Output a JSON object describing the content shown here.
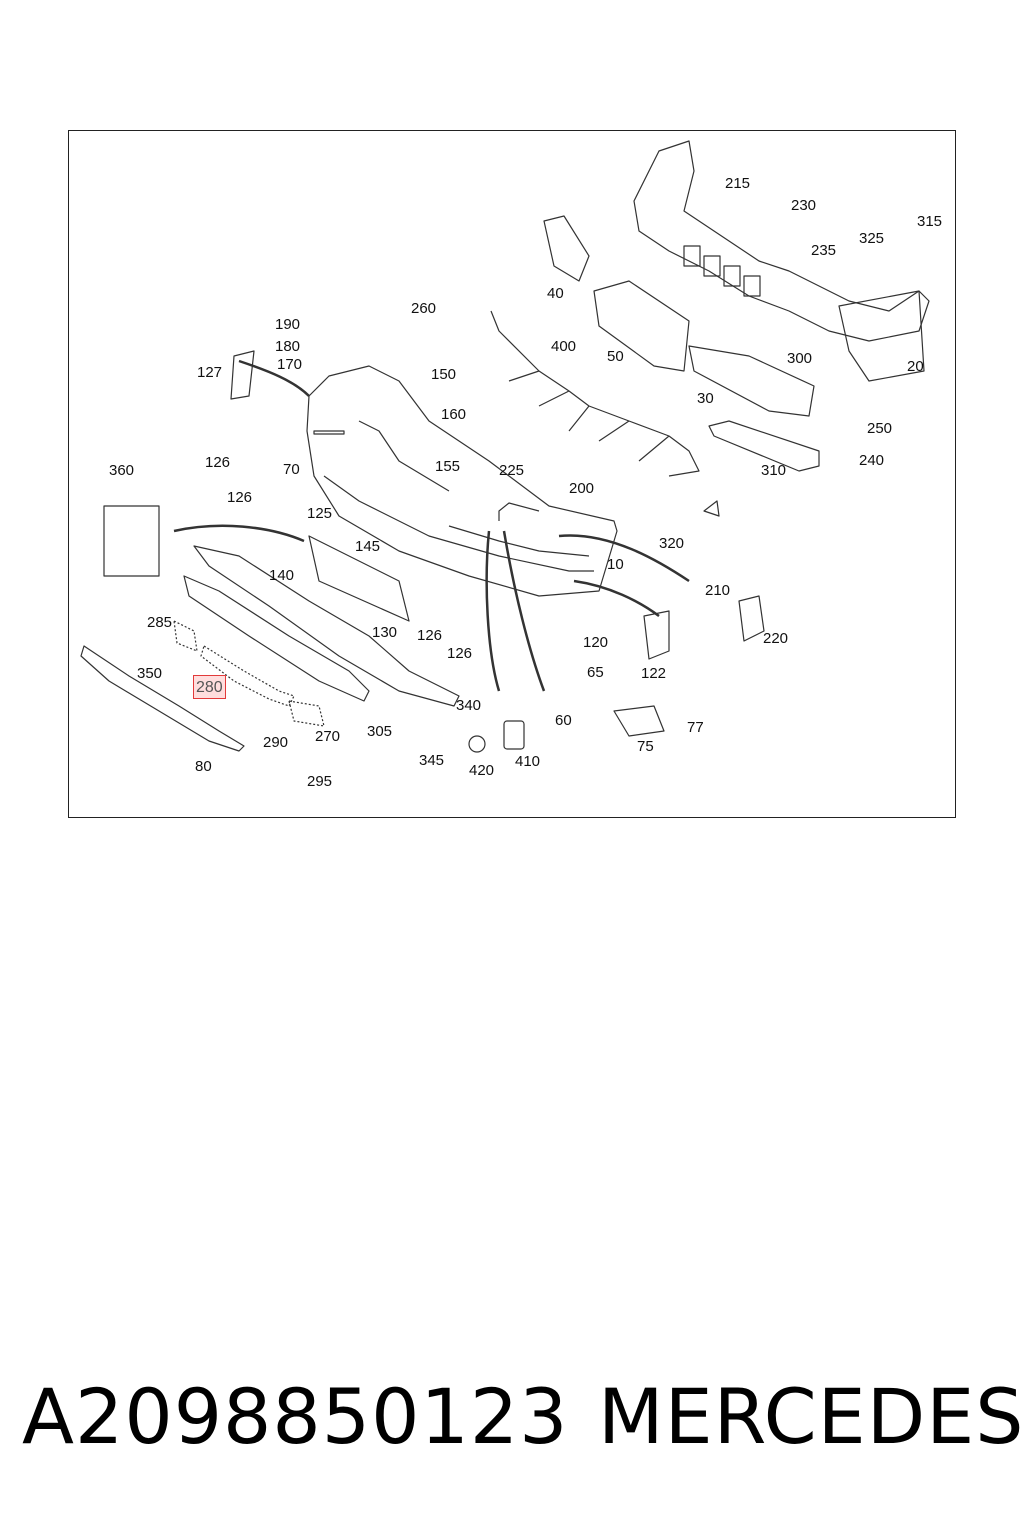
{
  "diagram": {
    "highlighted_label": "280",
    "labels": [
      "215",
      "230",
      "315",
      "325",
      "235",
      "40",
      "20",
      "50",
      "300",
      "30",
      "250",
      "240",
      "310",
      "400",
      "260",
      "190",
      "180",
      "170",
      "150",
      "127",
      "160",
      "155",
      "225",
      "200",
      "126",
      "70",
      "360",
      "125",
      "320",
      "145",
      "140",
      "10",
      "210",
      "220",
      "130",
      "120",
      "122",
      "285",
      "65",
      "350",
      "280",
      "340",
      "60",
      "77",
      "305",
      "270",
      "290",
      "80",
      "345",
      "420",
      "410",
      "75",
      "295"
    ]
  },
  "caption": {
    "part_number": "A2098850123",
    "brand": "MERCEDES"
  },
  "colors": {
    "highlight_border": "#e23a3a",
    "highlight_fill": "#ffa0a0",
    "line": "#333333"
  }
}
